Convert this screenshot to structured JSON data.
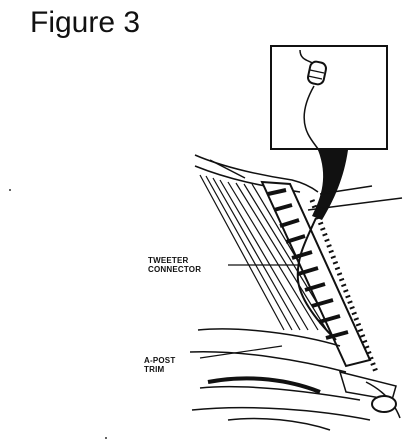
{
  "figure": {
    "title": "Figure 3"
  },
  "labels": {
    "tweeter_connector": [
      "TWEETER",
      "CONNECTOR"
    ],
    "a_post_trim": [
      "A-POST",
      "TRIM"
    ]
  },
  "icons": {
    "inset_detail": "tweeter-wire-connector-icon"
  }
}
